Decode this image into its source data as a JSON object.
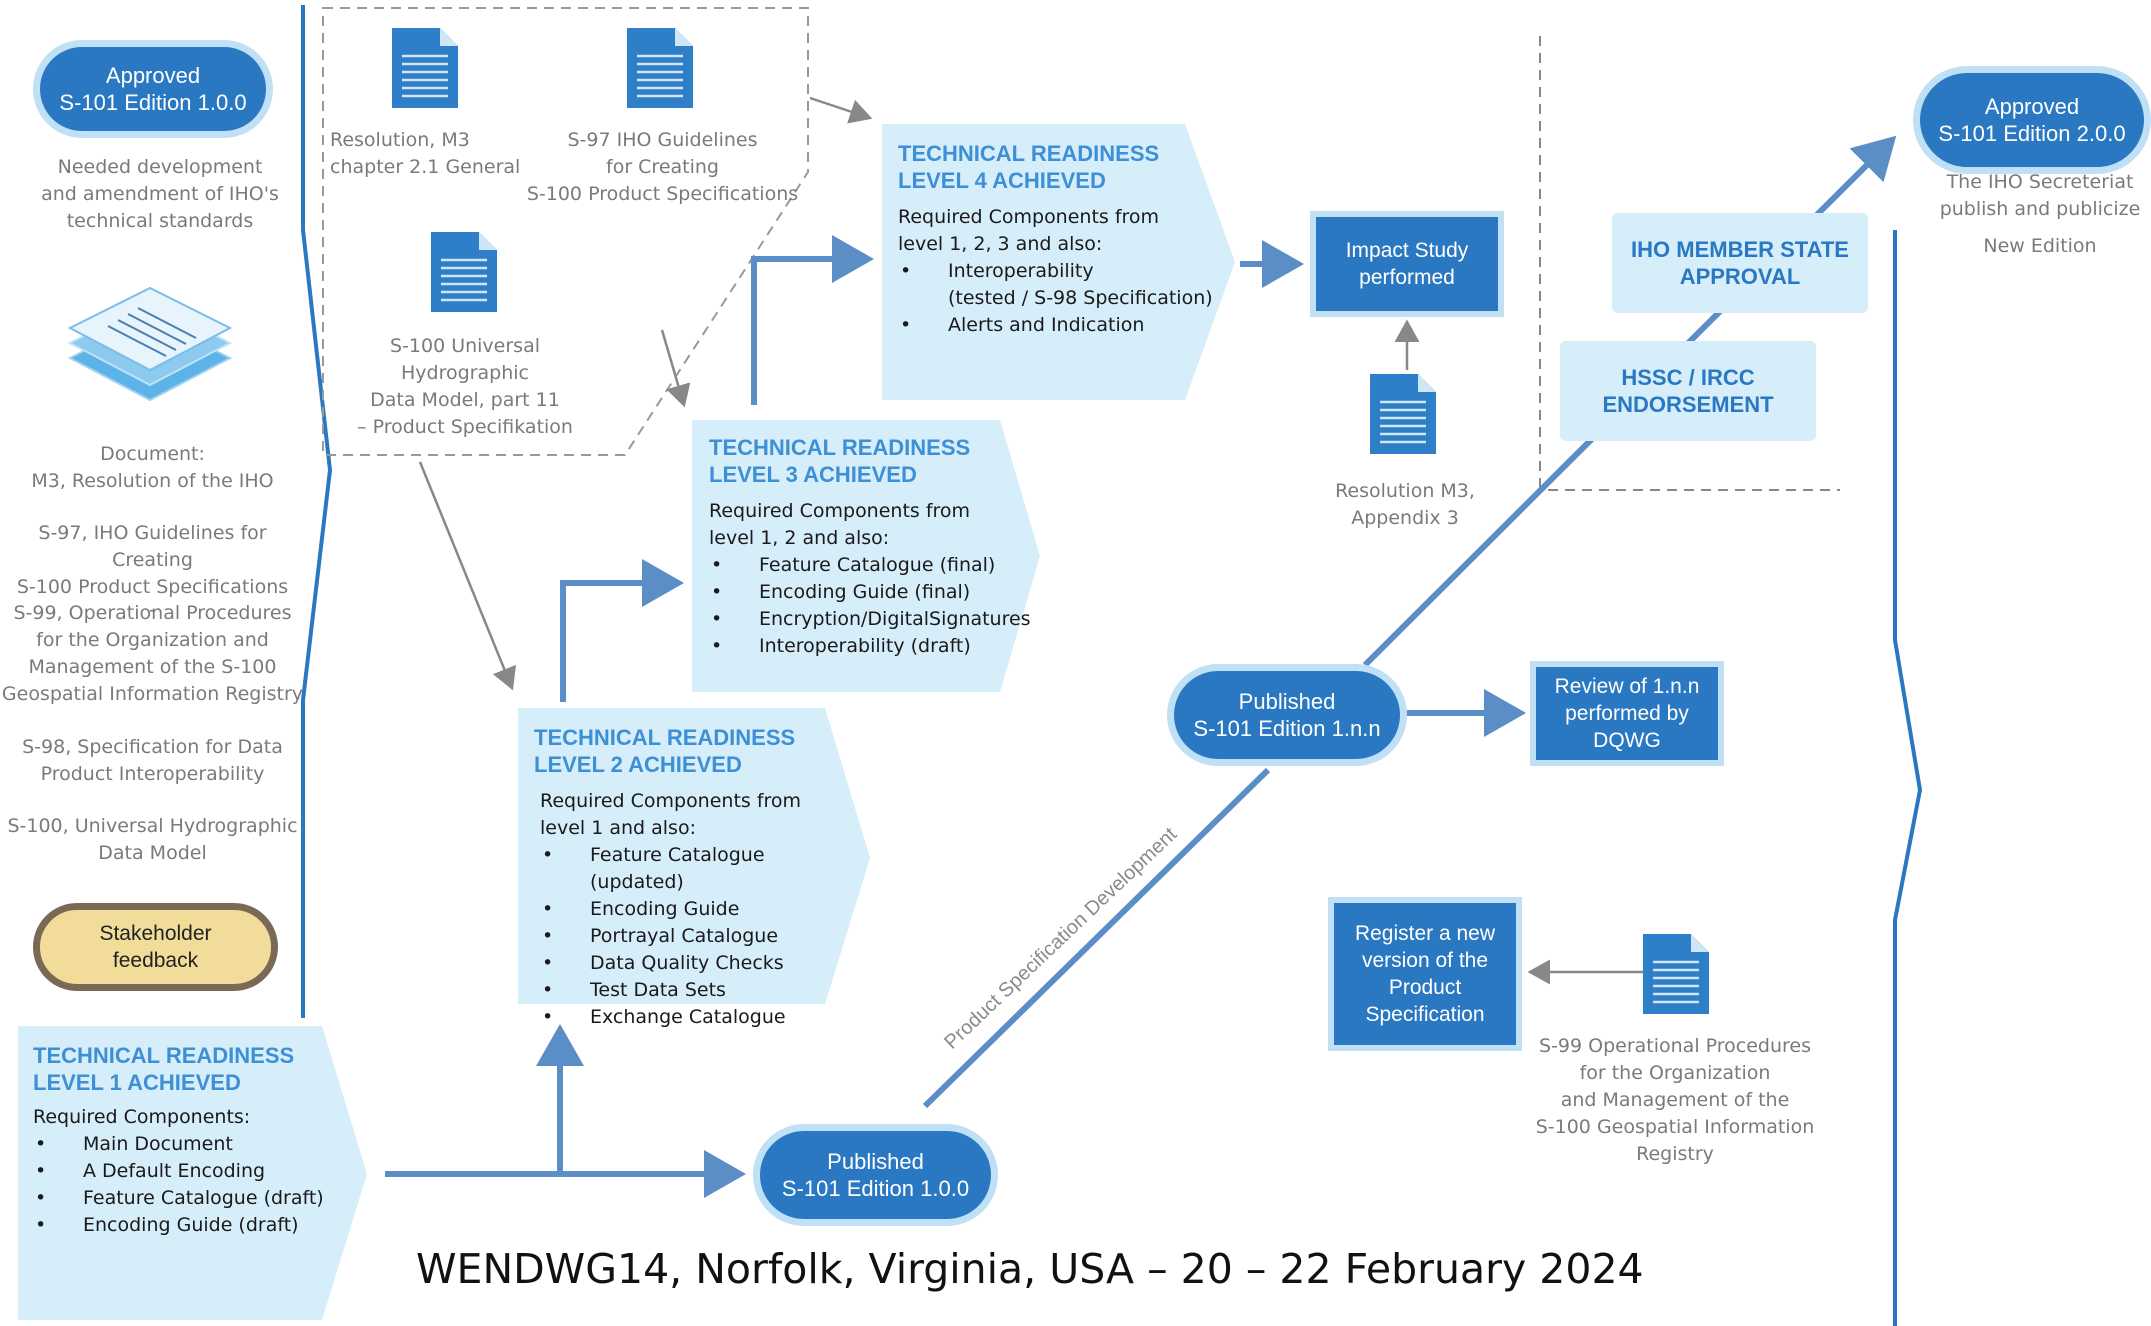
{
  "left": {
    "approved_100": [
      "Approved",
      "S-101 Edition 1.0.0"
    ],
    "needed_text": [
      "Needed development",
      "and amendment of IHO's",
      "technical standards"
    ],
    "doc_lines": [
      "Document:",
      "M3, Resolution of the IHO"
    ],
    "s97_lines": [
      "S-97, IHO Guidelines for Creating",
      "S-100 Product Specifications",
      "-"
    ],
    "s99_lines": [
      "S-99, Operational Procedures",
      "for the Organization and",
      "Management of the S-100",
      "Geospatial Information Registry"
    ],
    "s98_lines": [
      "S-98, Specification for Data",
      "Product Interoperability"
    ],
    "s100_lines": [
      "S-100, Universal Hydrographic",
      "Data Model"
    ],
    "feedback": [
      "Stakeholder",
      "feedback"
    ]
  },
  "docs_box": {
    "res_m3": [
      "Resolution, M3",
      "chapter 2.1 General"
    ],
    "s97": [
      "S-97 IHO Guidelines",
      "for Creating",
      "S-100 Product Specifications"
    ],
    "s100": [
      "S-100 Universal Hydrographic",
      "Data Model, part 11",
      "– Product Specifikation"
    ]
  },
  "trl1": {
    "title": [
      "TECHNICAL READINESS",
      "LEVEL 1 ACHIEVED"
    ],
    "intro": [
      "Required Components:"
    ],
    "items": [
      "Main Document",
      "A Default Encoding",
      "Feature Catalogue (draft)",
      "Encoding Guide (draft)"
    ]
  },
  "trl2": {
    "title": [
      "TECHNICAL READINESS",
      "LEVEL 2 ACHIEVED"
    ],
    "intro": [
      "Required Components from",
      "level 1 and also:"
    ],
    "items": [
      "Feature Catalogue (updated)",
      "Encoding Guide",
      "Portrayal  Catalogue",
      "Data Quality Checks",
      "Test Data Sets",
      "Exchange Catalogue"
    ]
  },
  "trl3": {
    "title": [
      "TECHNICAL READINESS",
      "LEVEL 3 ACHIEVED"
    ],
    "intro": [
      "Required Components from",
      "level 1, 2 and also:"
    ],
    "items": [
      "Feature Catalogue (final)",
      "Encoding Guide (final)",
      "Encryption/DigitalSignatures",
      "Interoperability (draft)"
    ]
  },
  "trl4": {
    "title": [
      "TECHNICAL READINESS",
      "LEVEL 4 ACHIEVED"
    ],
    "intro": [
      "Required Components from",
      "level 1, 2, 3 and also:"
    ],
    "items": [
      "Interoperability",
      "Alerts and Indication"
    ],
    "item1_sub": "(tested / S-98 Specification)"
  },
  "center": {
    "published_100": [
      "Published",
      "S-101 Edition 1.0.0"
    ],
    "published_1nn": [
      "Published",
      "S-101 Edition 1.n.n"
    ],
    "review": [
      "Review of 1.n.n",
      "performed by",
      "DQWG"
    ],
    "impact": [
      "Impact Study",
      "performed"
    ],
    "res_m3_app": [
      "Resolution M3,",
      "Appendix 3"
    ],
    "register": [
      "Register a new",
      "version of the",
      "Product",
      "Specification"
    ],
    "s99_doc": [
      "S-99 Operational Procedures",
      "for the Organization",
      "and Management of the",
      "S-100 Geospatial Information",
      "Registry"
    ],
    "diag_label": "Product Specification Development"
  },
  "right": {
    "hssc": [
      "HSSC / IRCC",
      "ENDORSEMENT"
    ],
    "iho_member": [
      "IHO MEMBER STATE",
      "APPROVAL"
    ],
    "approved_200": [
      "Approved",
      "S-101 Edition 2.0.0"
    ],
    "secretariat": [
      "The IHO Secreteriat",
      "publish and publicize"
    ],
    "new_edition": "New Edition"
  },
  "footer": "WENDWG14, Norfolk, Virginia, USA – 20 – 22 February 2024",
  "colors": {
    "primary_blue": "#2a78c2",
    "light_blue_fill": "#d6edfa",
    "line_blue": "#5b8ec6",
    "feedback_fill": "#f2dc9a"
  }
}
